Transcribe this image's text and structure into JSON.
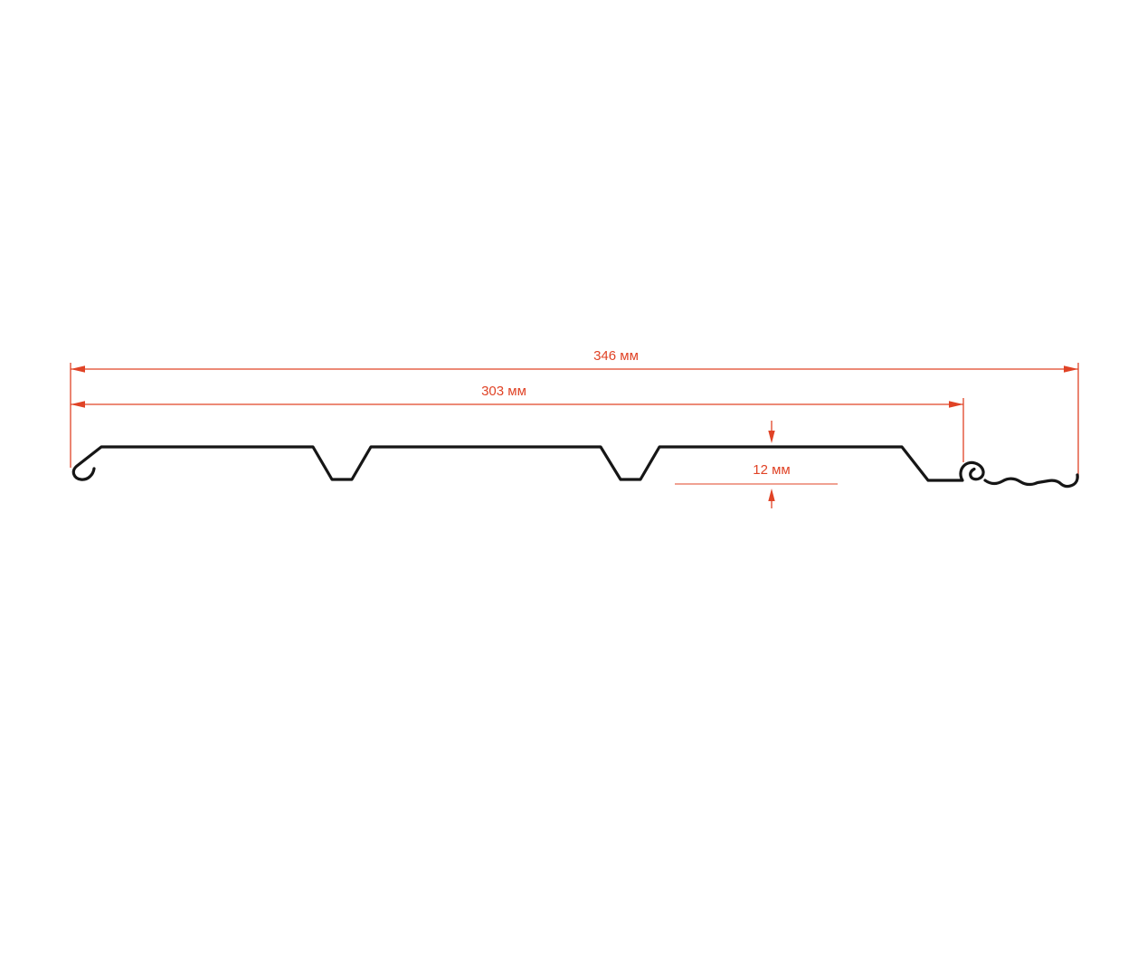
{
  "diagram": {
    "kind": "soffit-panel-profile-cross-section",
    "dimensions": {
      "total_width_label": "346 мм",
      "working_width_label": "303 мм",
      "depth_label": "12 мм"
    },
    "colors": {
      "dimension": "#e04326",
      "profile": "#161616",
      "background": "#ffffff"
    }
  }
}
